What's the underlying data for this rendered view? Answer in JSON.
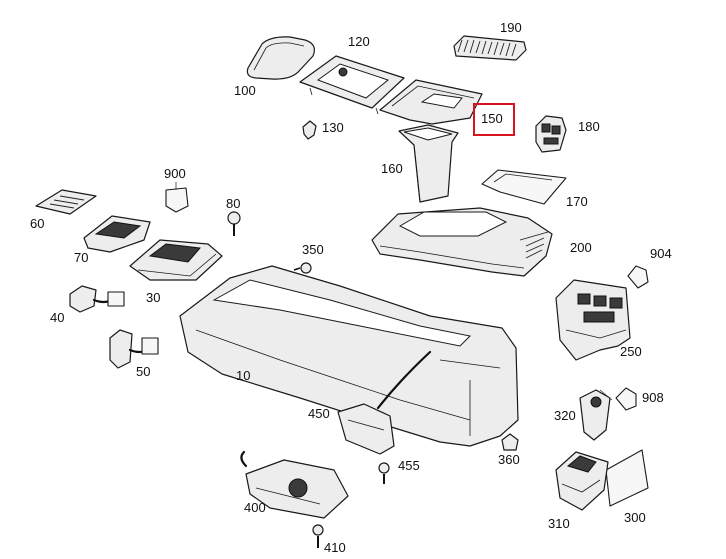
{
  "diagram": {
    "highlight_color": "#d8141e",
    "highlighted_label": "150",
    "labels": {
      "p100": "100",
      "p120": "120",
      "p130": "130",
      "p150": "150",
      "p160": "160",
      "p170": "170",
      "p180": "180",
      "p190": "190",
      "p200": "200",
      "p250": "250",
      "p300": "300",
      "p310": "310",
      "p320": "320",
      "p350": "350",
      "p360": "360",
      "p400": "400",
      "p410": "410",
      "p450": "450",
      "p455": "455",
      "p900": "900",
      "p904": "904",
      "p908": "908",
      "p10": "10",
      "p30": "30",
      "p40": "40",
      "p50": "50",
      "p60": "60",
      "p70": "70",
      "p80": "80"
    }
  }
}
